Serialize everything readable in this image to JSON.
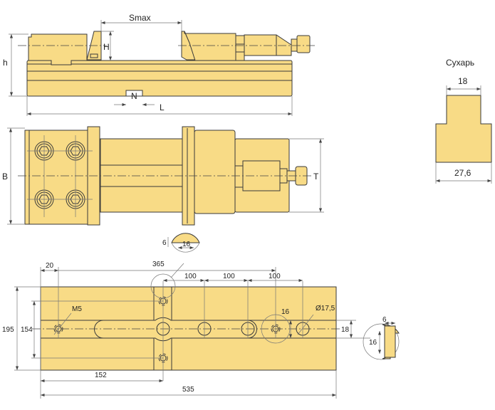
{
  "colors": {
    "body_fill": "#f8db86",
    "outline": "#3a3a3a"
  },
  "side_view": {
    "smax": "Smax",
    "h_small": "H",
    "h": "h",
    "n": "N",
    "l": "L"
  },
  "top_view": {
    "b": "B",
    "t": "T"
  },
  "insert": {
    "title": "Сухарь",
    "top_width": "18",
    "bottom_width": "27,6"
  },
  "plate": {
    "dims": {
      "d20": "20",
      "d365": "365",
      "d100_1": "100",
      "d100_2": "100",
      "d100_3": "100",
      "m5": "M5",
      "d16": "16",
      "d17_5": "Ø17,5",
      "d18": "18",
      "d195": "195",
      "d154": "154",
      "d152": "152",
      "d535": "535"
    },
    "detail_top": {
      "depth": "6",
      "width": "16"
    },
    "detail_right": {
      "depth": "6",
      "width": "16"
    }
  }
}
